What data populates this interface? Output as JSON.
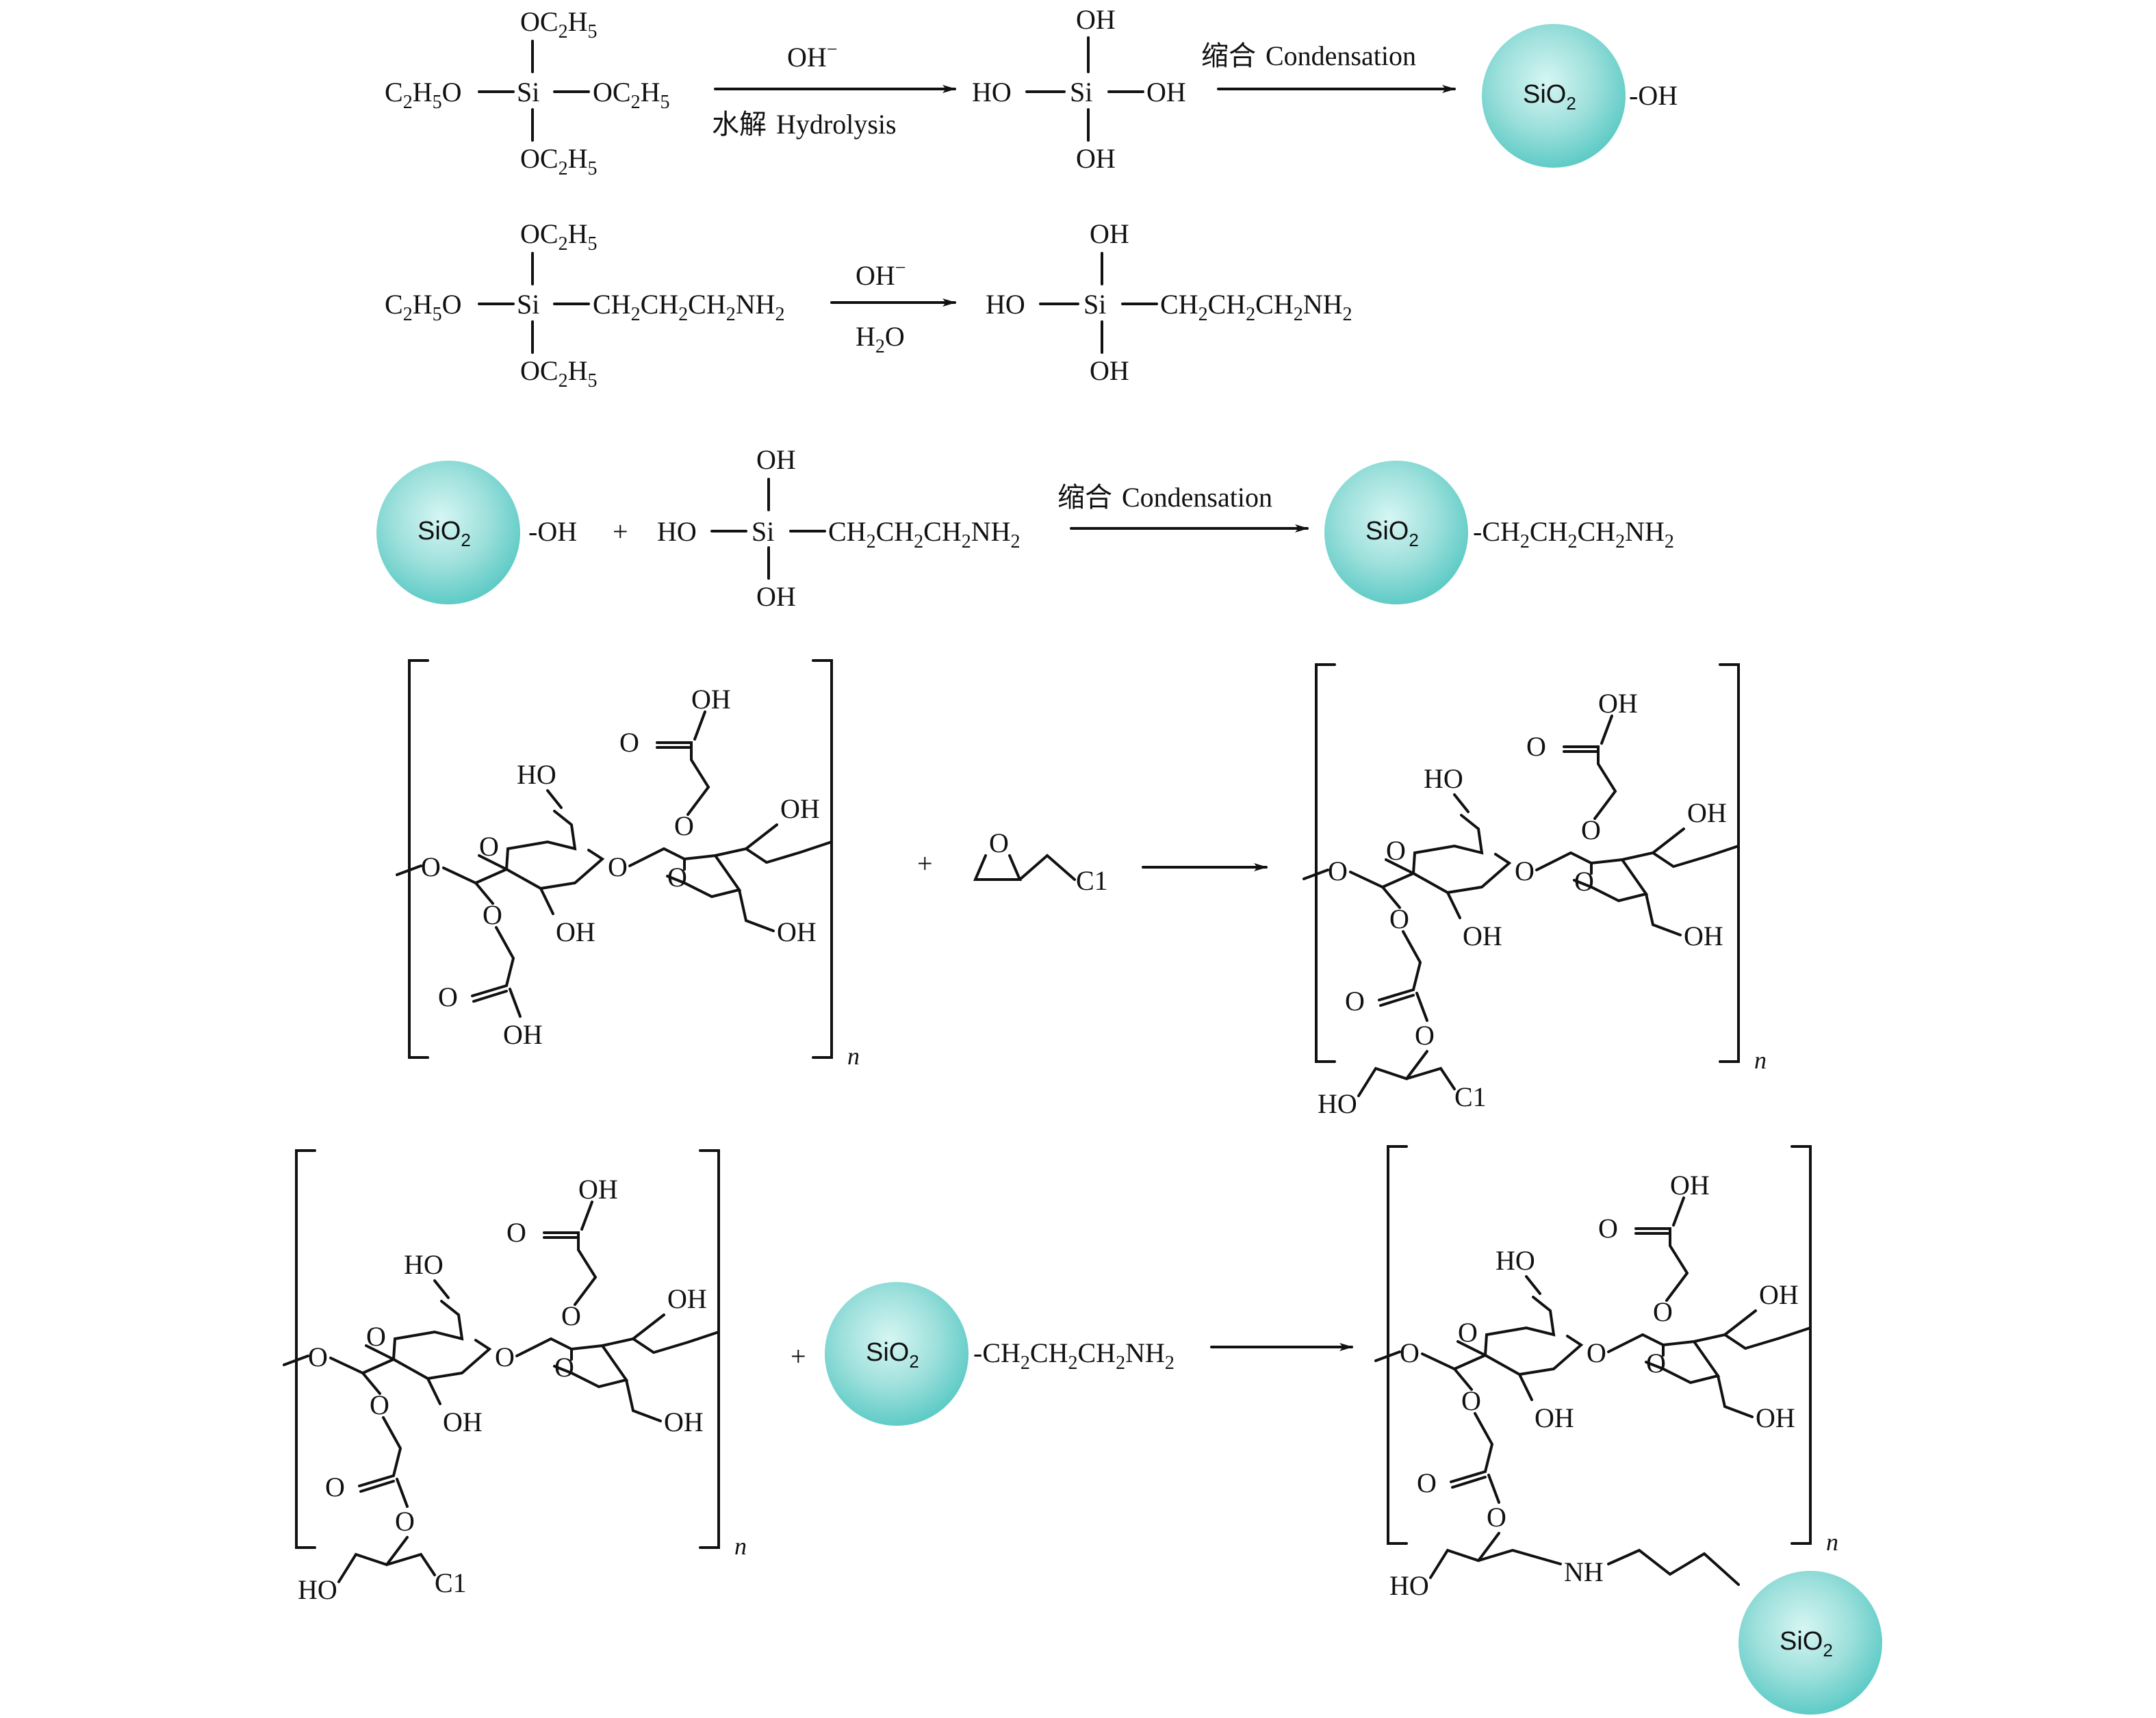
{
  "colors": {
    "sphere_center": "#c8f2ee",
    "sphere_edge": "#5fcbc6",
    "ink": "#111111"
  },
  "labels": {
    "sio2_main": "SiO",
    "sio2_sub": "2",
    "oh": "OH",
    "ho": "HO",
    "o": "O",
    "si": "Si",
    "cl": "C1",
    "nh": "NH",
    "n": "n",
    "plus": "+",
    "oc2h5_parts": [
      "OC",
      "2",
      "H",
      "5"
    ],
    "c2h5o_parts": [
      "C",
      "2",
      "H",
      "5",
      "O"
    ],
    "propylamine_parts": [
      "CH",
      "2",
      "CH",
      "2",
      "CH",
      "2",
      "NH",
      "2"
    ],
    "h2o_parts": [
      "H",
      "2",
      "O"
    ],
    "oh_minus_parts": [
      "OH",
      "−"
    ]
  },
  "reactions": {
    "r1_above": "OH",
    "r1_below_cn": "水解",
    "r1_below_en": "Hydrolysis",
    "condensation_cn": "缩合",
    "condensation_en": "Condensation"
  }
}
